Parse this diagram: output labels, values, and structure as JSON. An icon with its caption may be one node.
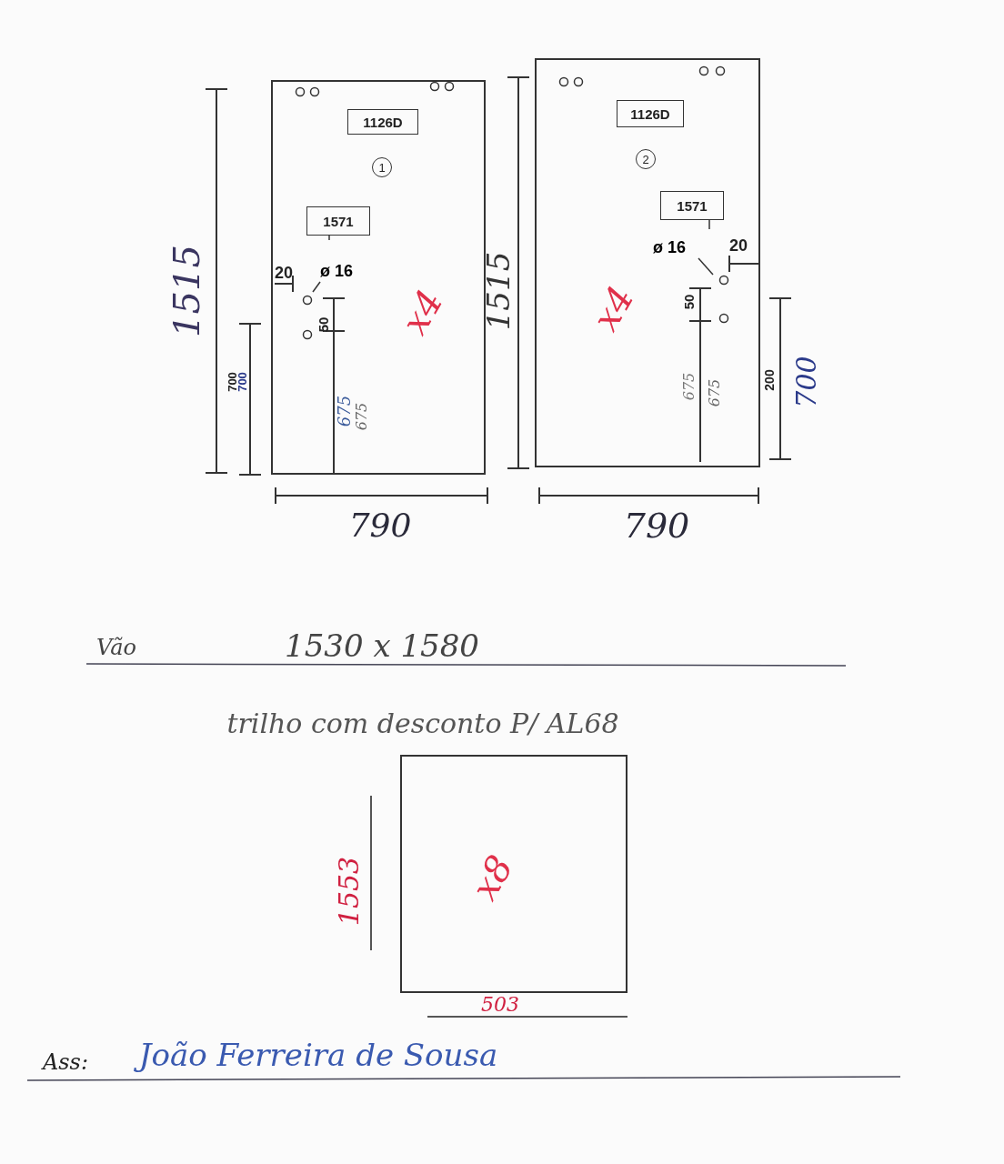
{
  "diagram": {
    "nodes": [
      {
        "text": [
          "x4"
        ]
      },
      {
        "text": [
          "1126D"
        ],
        "in": 0
      },
      {
        "text": [
          "1"
        ],
        "in": 0
      },
      {
        "text": [
          "1571"
        ],
        "in": 0
      },
      {
        "text": [
          "ø 16"
        ],
        "in": 0
      },
      {
        "text": [
          "x4"
        ]
      },
      {
        "text": [
          "1126D"
        ],
        "in": 5
      },
      {
        "text": [
          "2"
        ],
        "in": 5
      },
      {
        "text": [
          "1571"
        ],
        "in": 5
      },
      {
        "text": [
          "ø 16"
        ],
        "in": 5
      },
      {
        "text": [
          "x8"
        ]
      }
    ],
    "edges": [
      {
        "from": 3,
        "to": null,
        "arrow": "none"
      },
      {
        "from": 4,
        "to": null,
        "arrow": "none"
      },
      {
        "from": 8,
        "to": null,
        "arrow": "none"
      },
      {
        "from": 9,
        "to": null,
        "arrow": "none"
      }
    ],
    "labels": [
      "1515",
      "700",
      "700",
      "20",
      "50",
      "675",
      "675",
      "790",
      "1515",
      "20",
      "50",
      "675",
      "675",
      "200",
      "700",
      "790",
      "Vão",
      "1530 x 1580",
      "trilho com desconto P/ AL68",
      "1553",
      "503",
      "Ass:",
      "João Ferreira de Sousa"
    ]
  }
}
